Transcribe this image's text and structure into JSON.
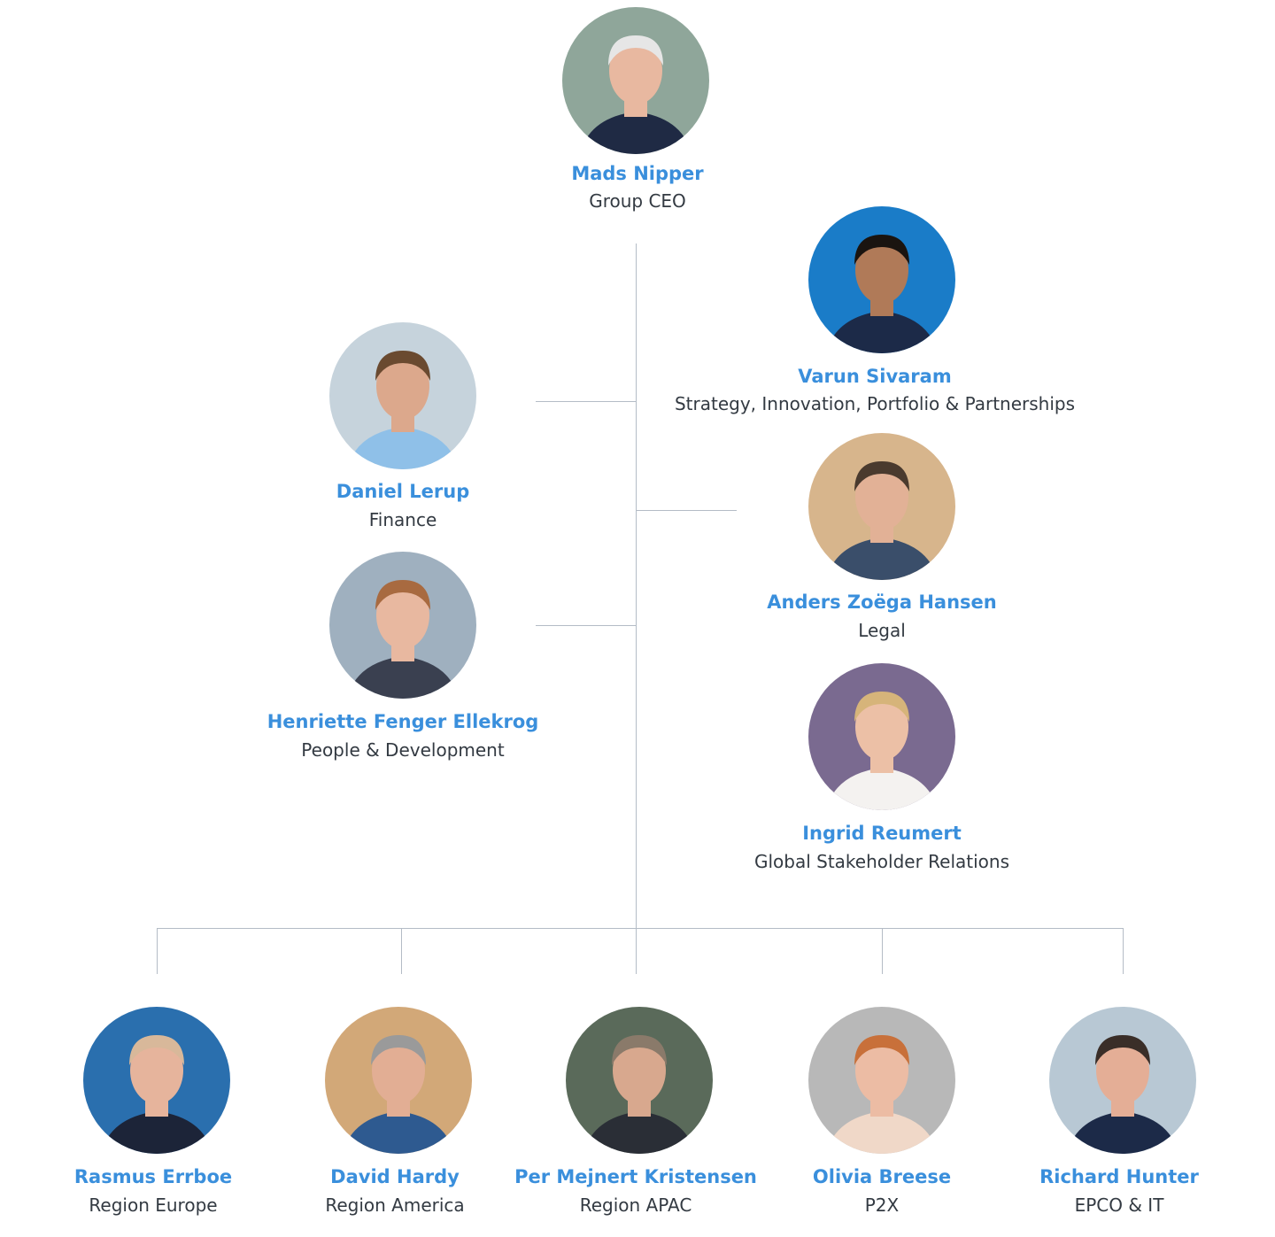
{
  "accent_color": "#3a8fdc",
  "people": [
    {
      "name": "Mads Nipper",
      "role": "Group CEO",
      "photo_bg": "#8fa69a",
      "skin": "#e8b8a0",
      "hair": "#e6e6e6",
      "suit": "#1f2a44"
    },
    {
      "name": "Varun Sivaram",
      "role": "Strategy, Innovation, Portfolio & Partnerships",
      "photo_bg": "#1a7cc8",
      "skin": "#b07a58",
      "hair": "#1a1410",
      "suit": "#1c2a48"
    },
    {
      "name": "Daniel Lerup",
      "role": "Finance",
      "photo_bg": "#c6d3dc",
      "skin": "#dca88c",
      "hair": "#6a4a30",
      "suit": "#8fc0e8"
    },
    {
      "name": "Anders Zoëga Hansen",
      "role": "Legal",
      "photo_bg": "#d7b58c",
      "skin": "#e2b196",
      "hair": "#4a3a2e",
      "suit": "#3a4e6a"
    },
    {
      "name": "Henriette Fenger Ellekrog",
      "role": "People & Development",
      "photo_bg": "#9fb0bf",
      "skin": "#e8b8a0",
      "hair": "#a86a40",
      "suit": "#3a4050"
    },
    {
      "name": "Ingrid Reumert",
      "role": "Global Stakeholder Relations",
      "photo_bg": "#7a6a90",
      "skin": "#ecc0a6",
      "hair": "#d6b47a",
      "suit": "#f4f2f0"
    },
    {
      "name": "Rasmus Errboe",
      "role": "Region Europe",
      "photo_bg": "#2a6fae",
      "skin": "#e6b49c",
      "hair": "#d8b89a",
      "suit": "#1c2438"
    },
    {
      "name": "David Hardy",
      "role": "Region America",
      "photo_bg": "#d2a878",
      "skin": "#e2ae94",
      "hair": "#9a9a9a",
      "suit": "#2e5a90"
    },
    {
      "name": "Per Mejnert Kristensen",
      "role": "Region APAC",
      "photo_bg": "#5a6a5a",
      "skin": "#d8a88e",
      "hair": "#8a7a6a",
      "suit": "#2a2e36"
    },
    {
      "name": "Olivia Breese",
      "role": "P2X",
      "photo_bg": "#b8b8b8",
      "skin": "#ecbca4",
      "hair": "#c8703a",
      "suit": "#f0d8c8"
    },
    {
      "name": "Richard Hunter",
      "role": "EPCO & IT",
      "photo_bg": "#b8c8d4",
      "skin": "#e4ae96",
      "hair": "#3a2e28",
      "suit": "#1c2a48"
    }
  ]
}
